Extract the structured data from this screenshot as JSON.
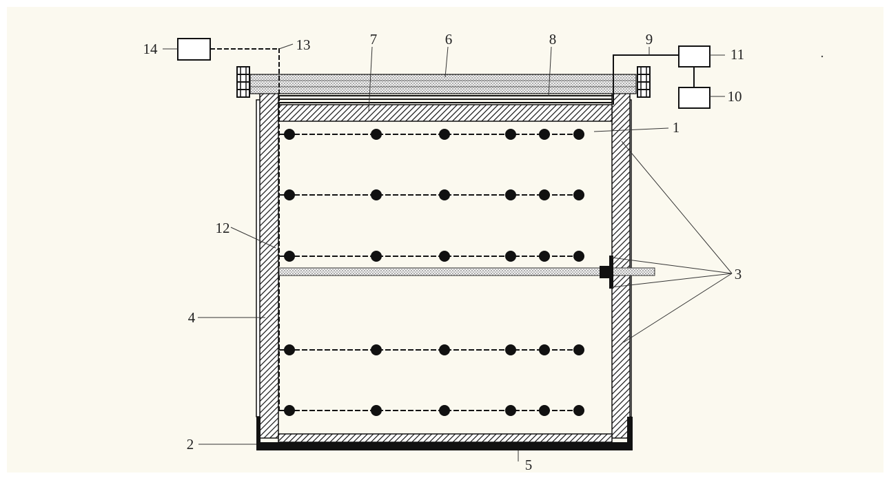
{
  "figure": {
    "background_color": "#fbf9ef",
    "line_color": "#111111",
    "labels": {
      "l1": "1",
      "l2": "2",
      "l3": "3",
      "l4": "4",
      "l5": "5",
      "l6": "6",
      "l7": "7",
      "l8": "8",
      "l9": "9",
      "l10": "10",
      "l11": "11",
      "l12": "12",
      "l13": "13",
      "l14": "14"
    },
    "sensor_rows": 5,
    "sensors_per_row": 6
  }
}
